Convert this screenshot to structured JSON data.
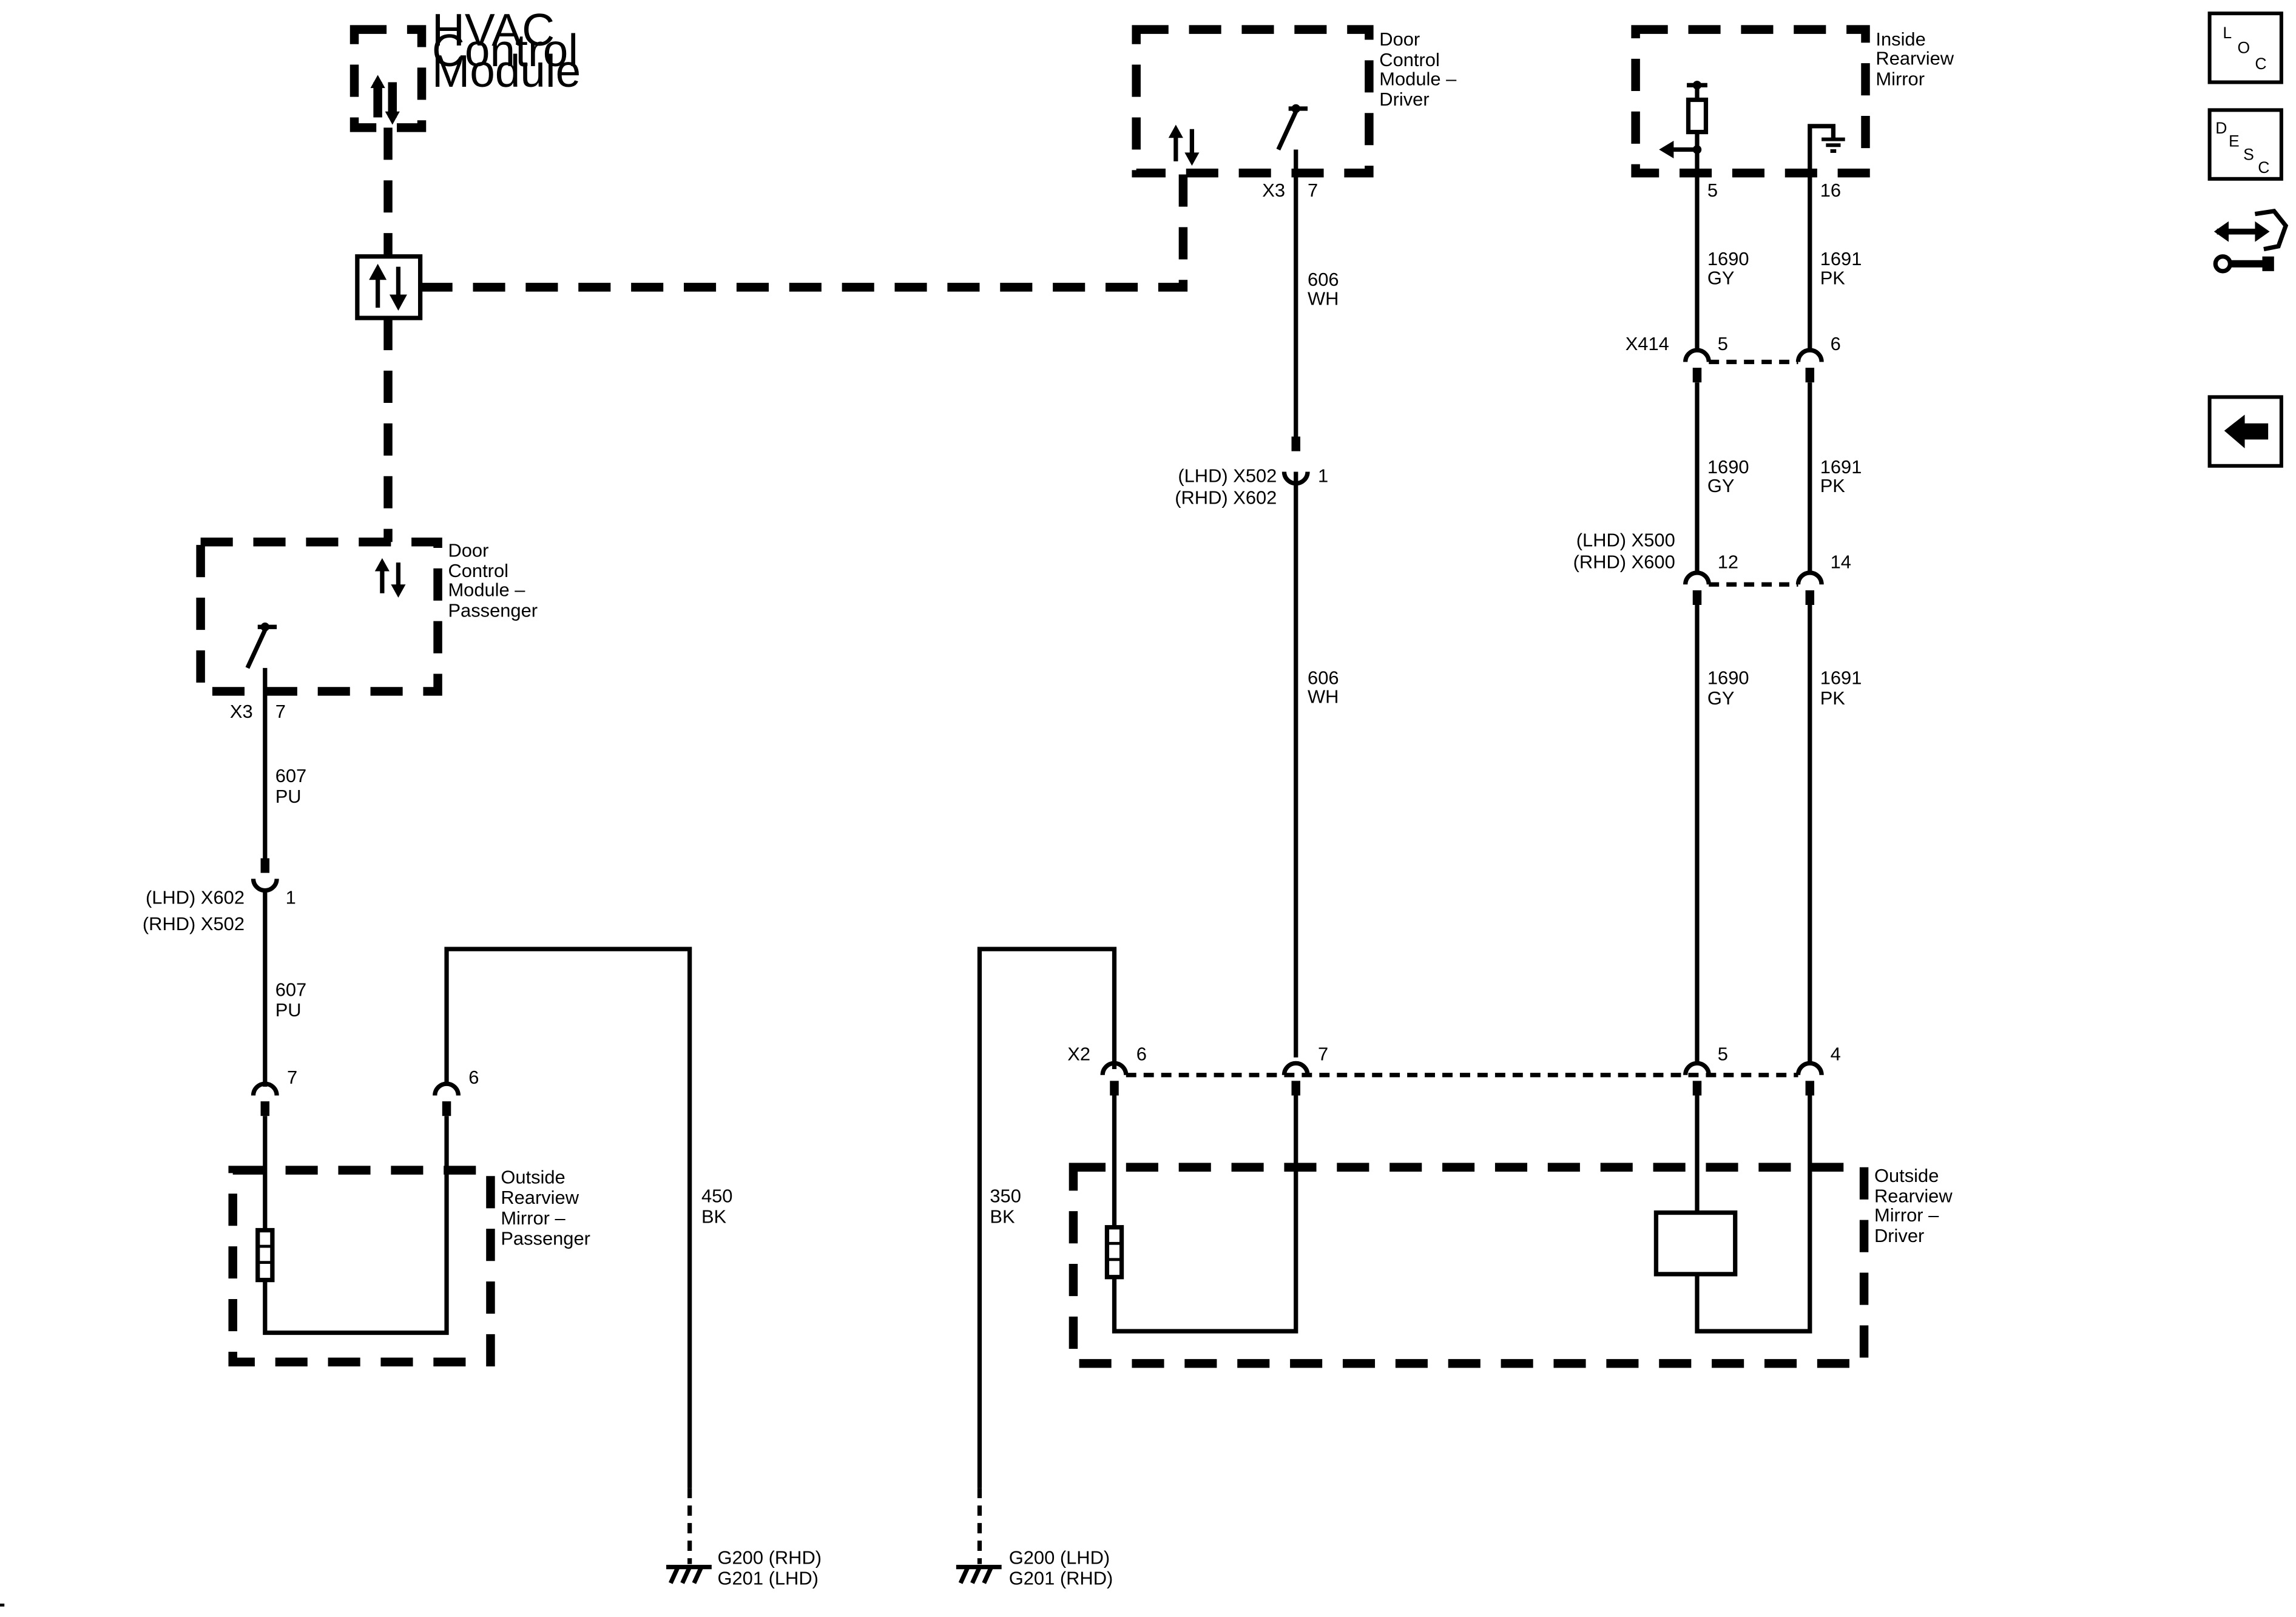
{
  "components": {
    "hvac": [
      "HVAC",
      "Control",
      "Module"
    ],
    "dcm_driver": [
      "Door",
      "Control",
      "Module –",
      "Driver"
    ],
    "inside_mirror": [
      "Inside",
      "Rearview",
      "Mirror"
    ],
    "dcm_passenger": [
      "Door",
      "Control",
      "Module –",
      "Passenger"
    ],
    "orm_passenger": [
      "Outside",
      "Rearview",
      "Mirror –",
      "Passenger"
    ],
    "orm_driver": [
      "Outside",
      "Rearview",
      "Mirror –",
      "Driver"
    ]
  },
  "wires": {
    "w606a": [
      "606",
      "WH"
    ],
    "w606b": [
      "606",
      "WH"
    ],
    "w607a": [
      "607",
      "PU"
    ],
    "w607b": [
      "607",
      "PU"
    ],
    "w1690a": [
      "1690",
      "GY"
    ],
    "w1690b": [
      "1690",
      "GY"
    ],
    "w1690c": [
      "1690",
      "GY"
    ],
    "w1691a": [
      "1691",
      "PK"
    ],
    "w1691b": [
      "1691",
      "PK"
    ],
    "w1691c": [
      "1691",
      "PK"
    ],
    "w450": [
      "450",
      "BK"
    ],
    "w350": [
      "350",
      "BK"
    ]
  },
  "connectors": {
    "dcm_driver_conn": "X3",
    "dcm_driver_pin": "7",
    "inline_driver": [
      "(LHD) X502",
      "(RHD) X602"
    ],
    "inline_driver_pin": "1",
    "inside_pin_5": "5",
    "inside_pin_16": "16",
    "x414": "X414",
    "x414_pin_5": "5",
    "x414_pin_6": "6",
    "inline_mirror": [
      "(LHD) X500",
      "(RHD) X600"
    ],
    "inline_mirror_pin_12": "12",
    "inline_mirror_pin_14": "14",
    "dcm_passenger_conn": "X3",
    "dcm_passenger_pin": "7",
    "inline_passenger": [
      "(LHD) X602",
      "(RHD) X502"
    ],
    "inline_passenger_pin": "1",
    "orm_passenger_pin_7": "7",
    "orm_passenger_pin_6": "6",
    "x2": "X2",
    "x2_pin_6": "6",
    "x2_pin_7": "7",
    "x2_pin_5": "5",
    "x2_pin_4": "4"
  },
  "grounds": {
    "g_left": [
      "G200 (RHD)",
      "G201 (LHD)"
    ],
    "g_right": [
      "G200 (LHD)",
      "G201 (RHD)"
    ]
  },
  "nav": {
    "loc": [
      "L",
      "O",
      "C"
    ],
    "desc": [
      "D",
      "E",
      "S",
      "C"
    ],
    "icons": [
      "service-tools-icon",
      "back-arrow-icon"
    ]
  }
}
